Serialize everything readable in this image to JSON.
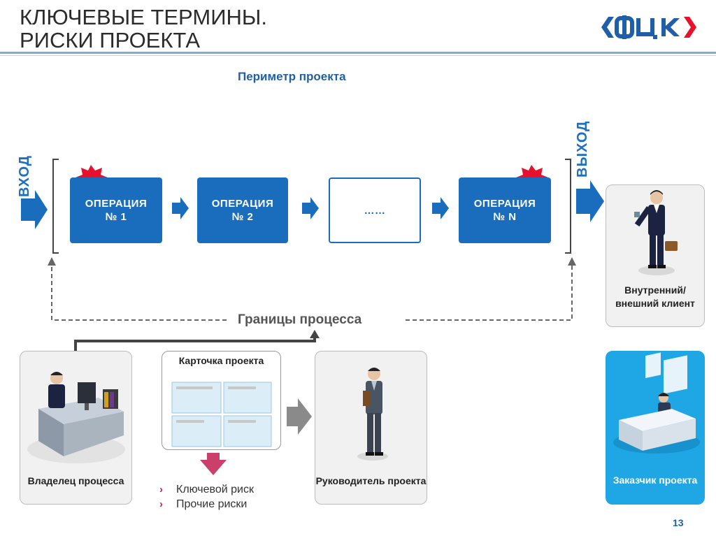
{
  "slide": {
    "title_line1": "КЛЮЧЕВЫЕ ТЕРМИНЫ.",
    "title_line2": "РИСКИ ПРОЕКТА",
    "logo_text": "ФЦК",
    "page_number": "13"
  },
  "diagram": {
    "perimeter_label": "Периметр проекта",
    "input_label": "ВХОД",
    "output_label": "ВЫХОД",
    "operations": [
      {
        "line1": "ОПЕРАЦИЯ",
        "line2": "№ 1"
      },
      {
        "line1": "ОПЕРАЦИЯ",
        "line2": "№ 2"
      },
      {
        "line1": "……",
        "line2": ""
      },
      {
        "line1": "ОПЕРАЦИЯ",
        "line2": "№ N"
      }
    ],
    "boundary_label": "Границы процесса",
    "client_label": "Внутренний/ внешний клиент",
    "owner_label": "Владелец процесса",
    "card_label": "Карточка проекта",
    "manager_label": "Руководитель проекта",
    "customer_label": "Заказчик проекта",
    "risks": [
      "Ключевой риск",
      "Прочие риски"
    ]
  },
  "colors": {
    "accent_blue": "#1a6dbd",
    "risk_red": "#e8112d",
    "bullet_magenta": "#c8204a",
    "customer_bg": "#1ea7e4",
    "down_arrow": "#c9406a"
  }
}
